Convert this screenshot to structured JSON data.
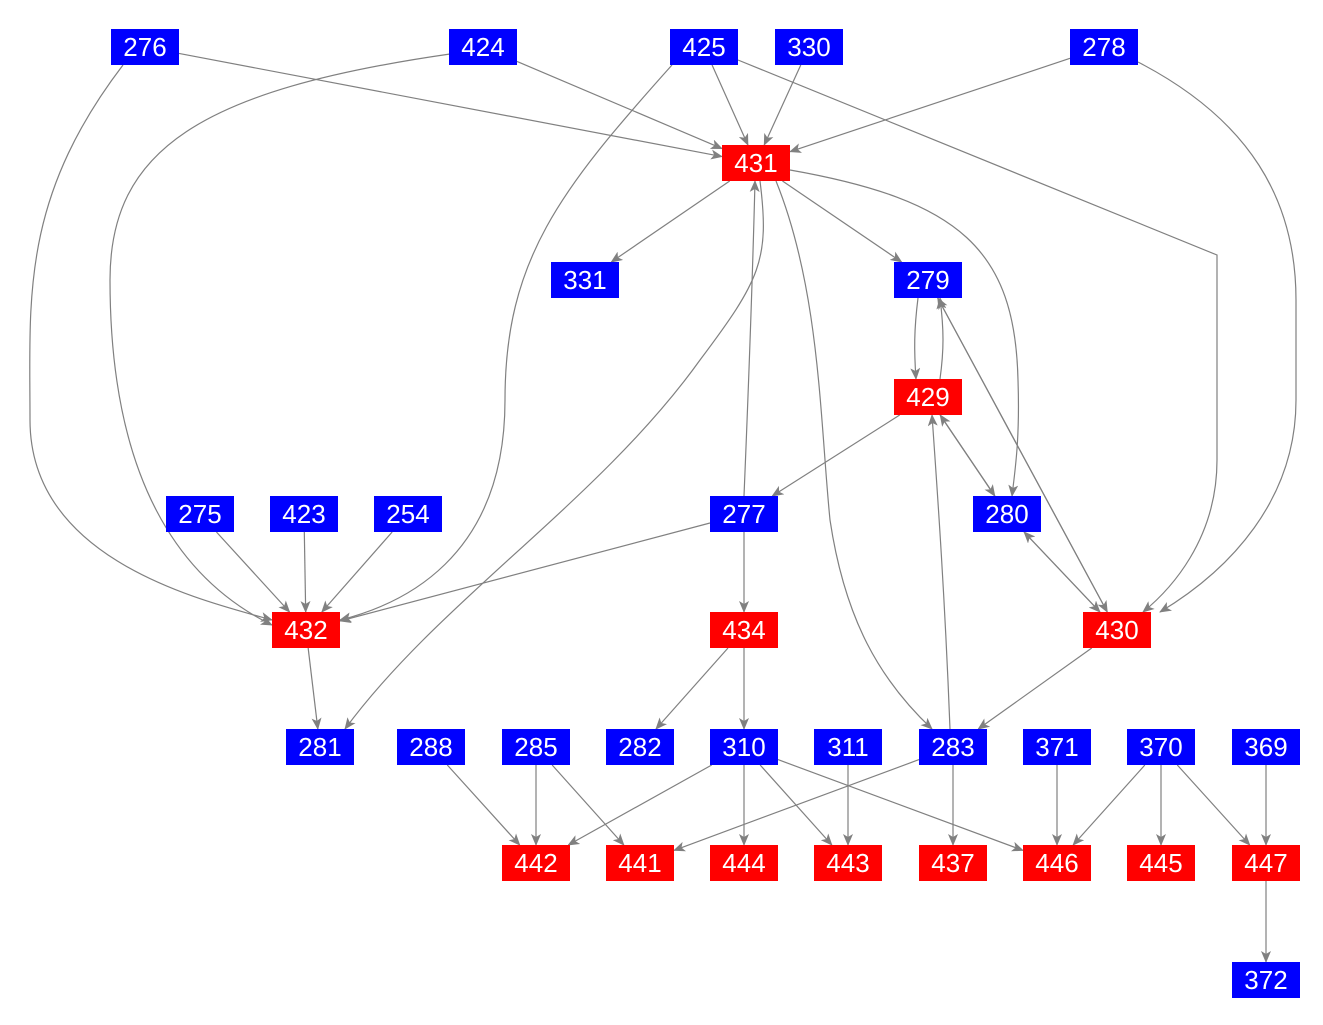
{
  "colors": {
    "blue": "#0000ff",
    "red": "#ff0000",
    "edge": "#808080"
  },
  "nodes": [
    {
      "id": "276",
      "color": "blue"
    },
    {
      "id": "424",
      "color": "blue"
    },
    {
      "id": "425",
      "color": "blue"
    },
    {
      "id": "330",
      "color": "blue"
    },
    {
      "id": "278",
      "color": "blue"
    },
    {
      "id": "431",
      "color": "red"
    },
    {
      "id": "331",
      "color": "blue"
    },
    {
      "id": "279",
      "color": "blue"
    },
    {
      "id": "429",
      "color": "red"
    },
    {
      "id": "275",
      "color": "blue"
    },
    {
      "id": "423",
      "color": "blue"
    },
    {
      "id": "254",
      "color": "blue"
    },
    {
      "id": "277",
      "color": "blue"
    },
    {
      "id": "280",
      "color": "blue"
    },
    {
      "id": "432",
      "color": "red"
    },
    {
      "id": "434",
      "color": "red"
    },
    {
      "id": "430",
      "color": "red"
    },
    {
      "id": "281",
      "color": "blue"
    },
    {
      "id": "288",
      "color": "blue"
    },
    {
      "id": "285",
      "color": "blue"
    },
    {
      "id": "282",
      "color": "blue"
    },
    {
      "id": "310",
      "color": "blue"
    },
    {
      "id": "311",
      "color": "blue"
    },
    {
      "id": "283",
      "color": "blue"
    },
    {
      "id": "371",
      "color": "blue"
    },
    {
      "id": "370",
      "color": "blue"
    },
    {
      "id": "369",
      "color": "blue"
    },
    {
      "id": "442",
      "color": "red"
    },
    {
      "id": "441",
      "color": "red"
    },
    {
      "id": "444",
      "color": "red"
    },
    {
      "id": "443",
      "color": "red"
    },
    {
      "id": "437",
      "color": "red"
    },
    {
      "id": "446",
      "color": "red"
    },
    {
      "id": "445",
      "color": "red"
    },
    {
      "id": "447",
      "color": "red"
    },
    {
      "id": "372",
      "color": "blue"
    }
  ],
  "edges": [
    [
      "276",
      "431"
    ],
    [
      "276",
      "432"
    ],
    [
      "424",
      "431"
    ],
    [
      "424",
      "432"
    ],
    [
      "425",
      "431"
    ],
    [
      "425",
      "432"
    ],
    [
      "425",
      "430"
    ],
    [
      "330",
      "431"
    ],
    [
      "278",
      "431"
    ],
    [
      "278",
      "430"
    ],
    [
      "431",
      "331"
    ],
    [
      "431",
      "279"
    ],
    [
      "431",
      "280"
    ],
    [
      "431",
      "283"
    ],
    [
      "431",
      "281"
    ],
    [
      "277",
      "431"
    ],
    [
      "279",
      "429"
    ],
    [
      "429",
      "279"
    ],
    [
      "279",
      "430"
    ],
    [
      "430",
      "279"
    ],
    [
      "429",
      "277"
    ],
    [
      "429",
      "280"
    ],
    [
      "280",
      "429"
    ],
    [
      "280",
      "430"
    ],
    [
      "430",
      "280"
    ],
    [
      "275",
      "432"
    ],
    [
      "423",
      "432"
    ],
    [
      "254",
      "432"
    ],
    [
      "277",
      "432"
    ],
    [
      "432",
      "281"
    ],
    [
      "277",
      "434"
    ],
    [
      "434",
      "282"
    ],
    [
      "434",
      "310"
    ],
    [
      "430",
      "283"
    ],
    [
      "283",
      "429"
    ],
    [
      "283",
      "441"
    ],
    [
      "283",
      "437"
    ],
    [
      "288",
      "442"
    ],
    [
      "285",
      "442"
    ],
    [
      "285",
      "441"
    ],
    [
      "310",
      "442"
    ],
    [
      "310",
      "444"
    ],
    [
      "310",
      "443"
    ],
    [
      "310",
      "446"
    ],
    [
      "311",
      "443"
    ],
    [
      "371",
      "446"
    ],
    [
      "370",
      "446"
    ],
    [
      "370",
      "445"
    ],
    [
      "370",
      "447"
    ],
    [
      "369",
      "447"
    ],
    [
      "447",
      "372"
    ]
  ]
}
